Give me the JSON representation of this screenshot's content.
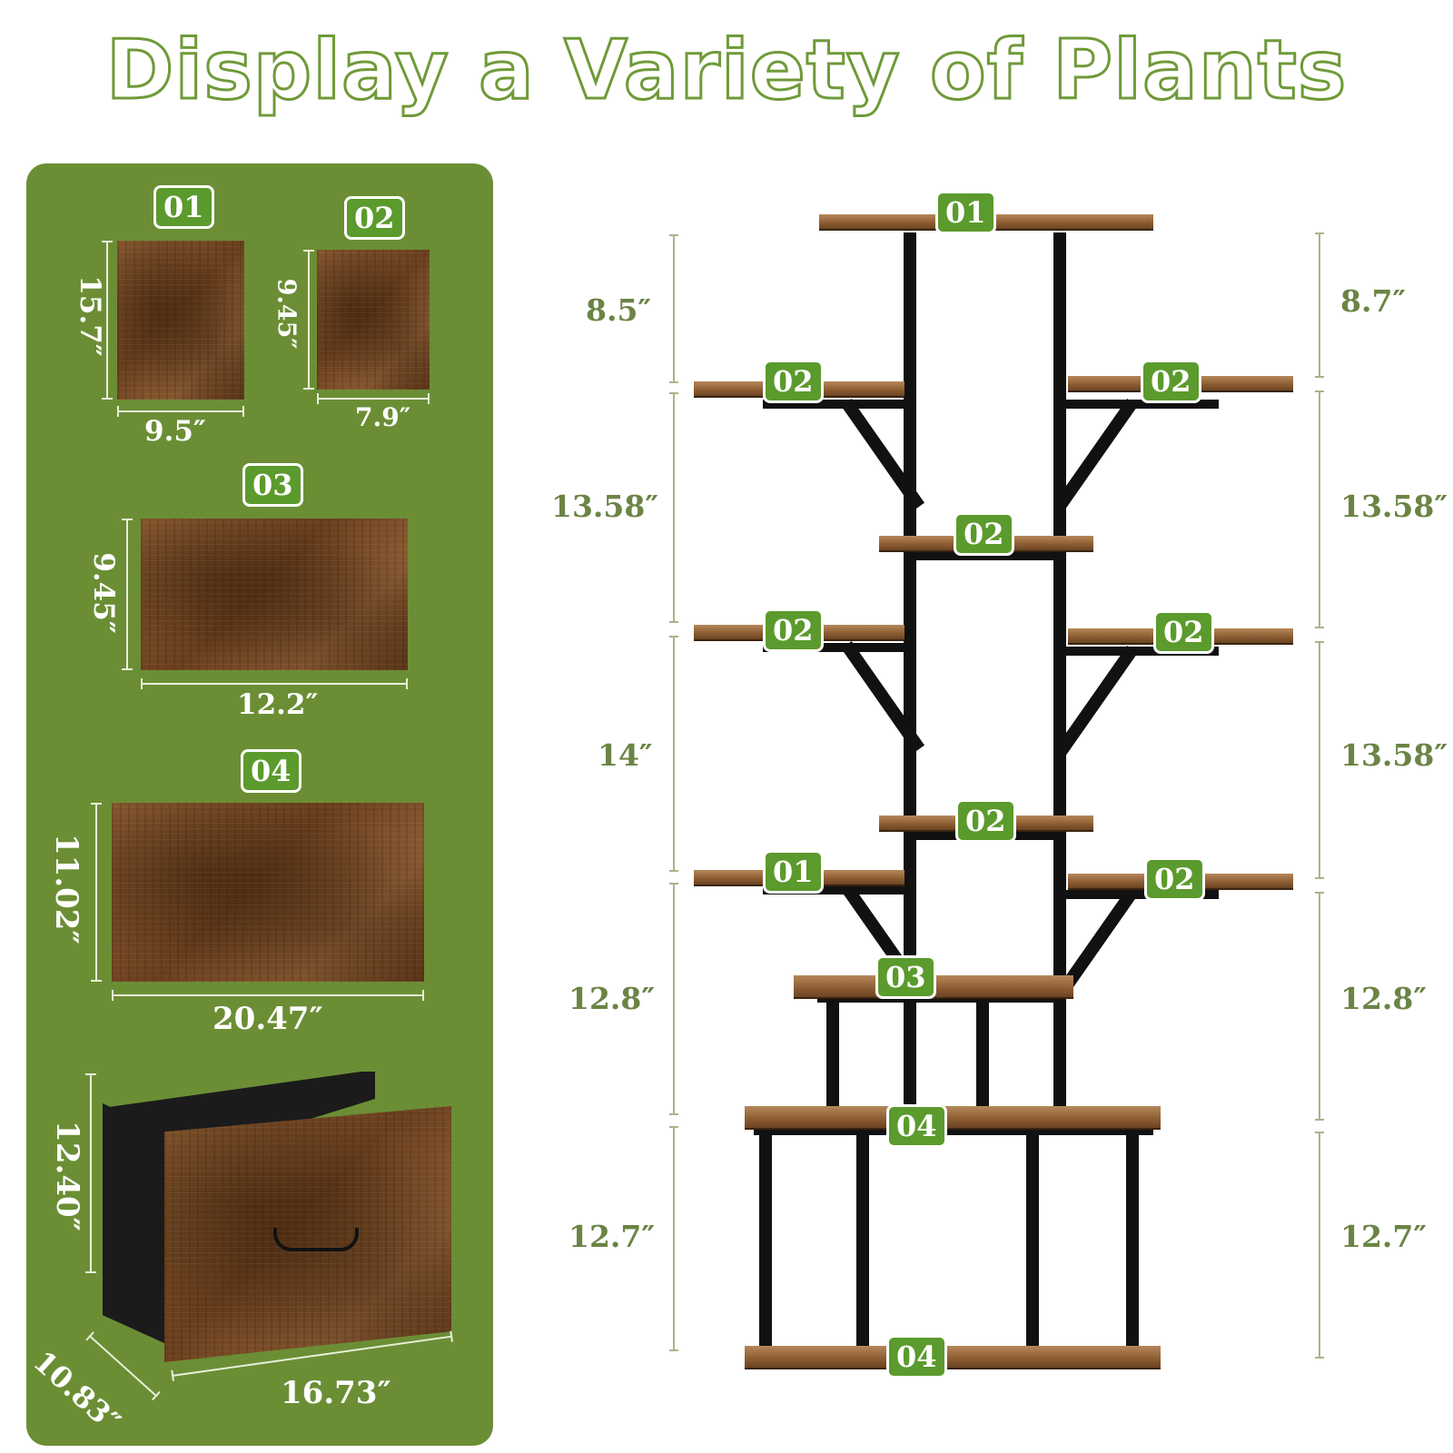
{
  "headline": "Display a Variety of Plants",
  "colors": {
    "accent_green": "#6b8e35",
    "badge_green": "#5b9a2c",
    "measure_text": "#6b8445",
    "frame_black": "#111111",
    "wood_brown": "#7a4d27"
  },
  "parts": [
    {
      "label": "01",
      "width": "9.5″",
      "depth": "15.7″"
    },
    {
      "label": "02",
      "width": "7.9″",
      "depth": "9.45″"
    },
    {
      "label": "03",
      "width": "12.2″",
      "depth": "9.45″"
    },
    {
      "label": "04",
      "width": "20.47″",
      "depth": "11.02″"
    },
    {
      "label": "",
      "height": "12.40″",
      "depth": "10.83″",
      "width": "16.73″"
    }
  ],
  "shelf_badges": [
    "01",
    "02",
    "02",
    "02",
    "02",
    "02",
    "02",
    "01",
    "02",
    "03",
    "04",
    "04"
  ],
  "heights_left": [
    "8.5″",
    "13.58″",
    "14″",
    "12.8″",
    "12.7″"
  ],
  "heights_right": [
    "8.7″",
    "13.58″",
    "13.58″",
    "12.8″",
    "12.7″"
  ]
}
